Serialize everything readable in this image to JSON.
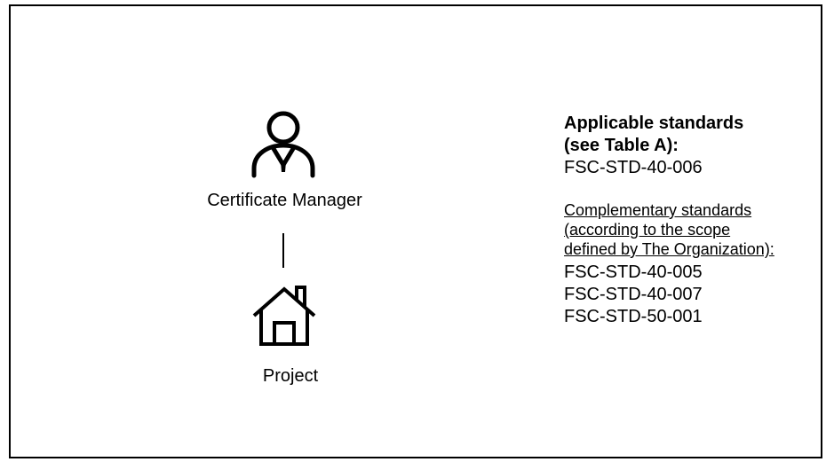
{
  "roles": {
    "manager": {
      "label": "Certificate Manager",
      "icon": "person-icon"
    },
    "project": {
      "label": "Project",
      "icon": "house-icon"
    }
  },
  "standards": {
    "applicable_heading": [
      "Applicable standards",
      "(see Table A):"
    ],
    "applicable": [
      "FSC-STD-40-006"
    ],
    "complementary_heading": [
      "Complementary standards",
      "(according to the scope",
      "defined by The Organization):"
    ],
    "complementary": [
      "FSC-STD-40-005",
      "FSC-STD-40-007",
      "FSC-STD-50-001"
    ]
  }
}
